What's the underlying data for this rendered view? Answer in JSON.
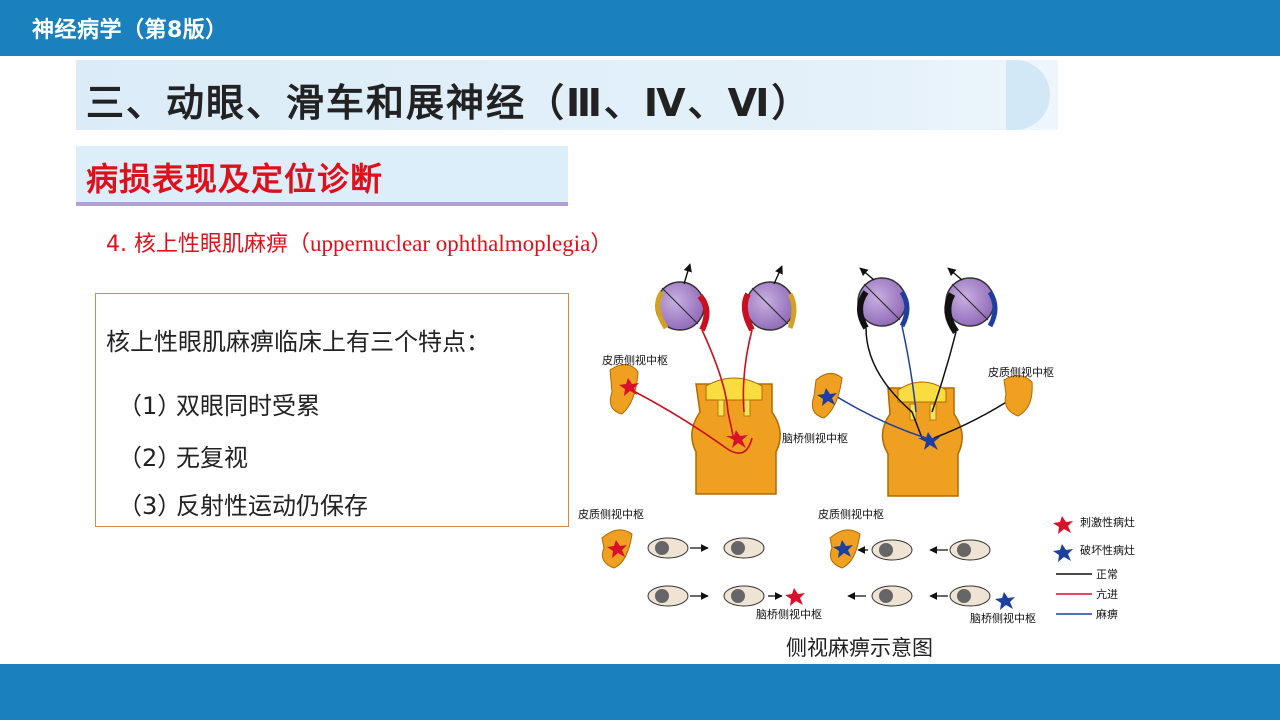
{
  "header": {
    "course_title": "神经病学（第8版）"
  },
  "slide": {
    "title": "三、动眼、滑车和展神经（Ⅲ、Ⅳ、Ⅵ）",
    "section_title": "病损表现及定位诊断",
    "heading_prefix": "4. 核上性眼肌麻痹（",
    "heading_latin": "uppernuclear ophthalmoplegia",
    "heading_suffix": "）",
    "box": {
      "intro": "核上性眼肌麻痹临床上有三个特点：",
      "items": [
        {
          "num": "（1）",
          "text": "双眼同时受累"
        },
        {
          "num": "（2）",
          "text": "无复视"
        },
        {
          "num": "（3）",
          "text": "反射性运动仍保存"
        }
      ]
    }
  },
  "figure": {
    "caption": "侧视麻痹示意图",
    "labels": {
      "cortex_left": "皮质侧视中枢",
      "cortex_right": "皮质侧视中枢",
      "pons_center": "脑桥侧视中枢",
      "cortex_bottom_left": "皮质侧视中枢",
      "cortex_bottom_mid": "皮质侧视中枢",
      "pons_bottom_left": "脑桥侧视中枢",
      "pons_bottom_right": "脑桥侧视中枢"
    },
    "legend": [
      {
        "label": "刺激性病灶",
        "kind": "star",
        "color": "#d8102a"
      },
      {
        "label": "破坏性病灶",
        "kind": "star",
        "color": "#1f3fa0"
      },
      {
        "label": "正常",
        "kind": "line",
        "color": "#111111"
      },
      {
        "label": "亢进",
        "kind": "line",
        "color": "#d8102a"
      },
      {
        "label": "麻痹",
        "kind": "line",
        "color": "#1f3fa0"
      }
    ]
  },
  "colors": {
    "bar_blue": "#1a80be",
    "accent_red": "#e0101a",
    "brainstem_orange": "#f0a020",
    "eye_purple": "#9a72c0"
  }
}
